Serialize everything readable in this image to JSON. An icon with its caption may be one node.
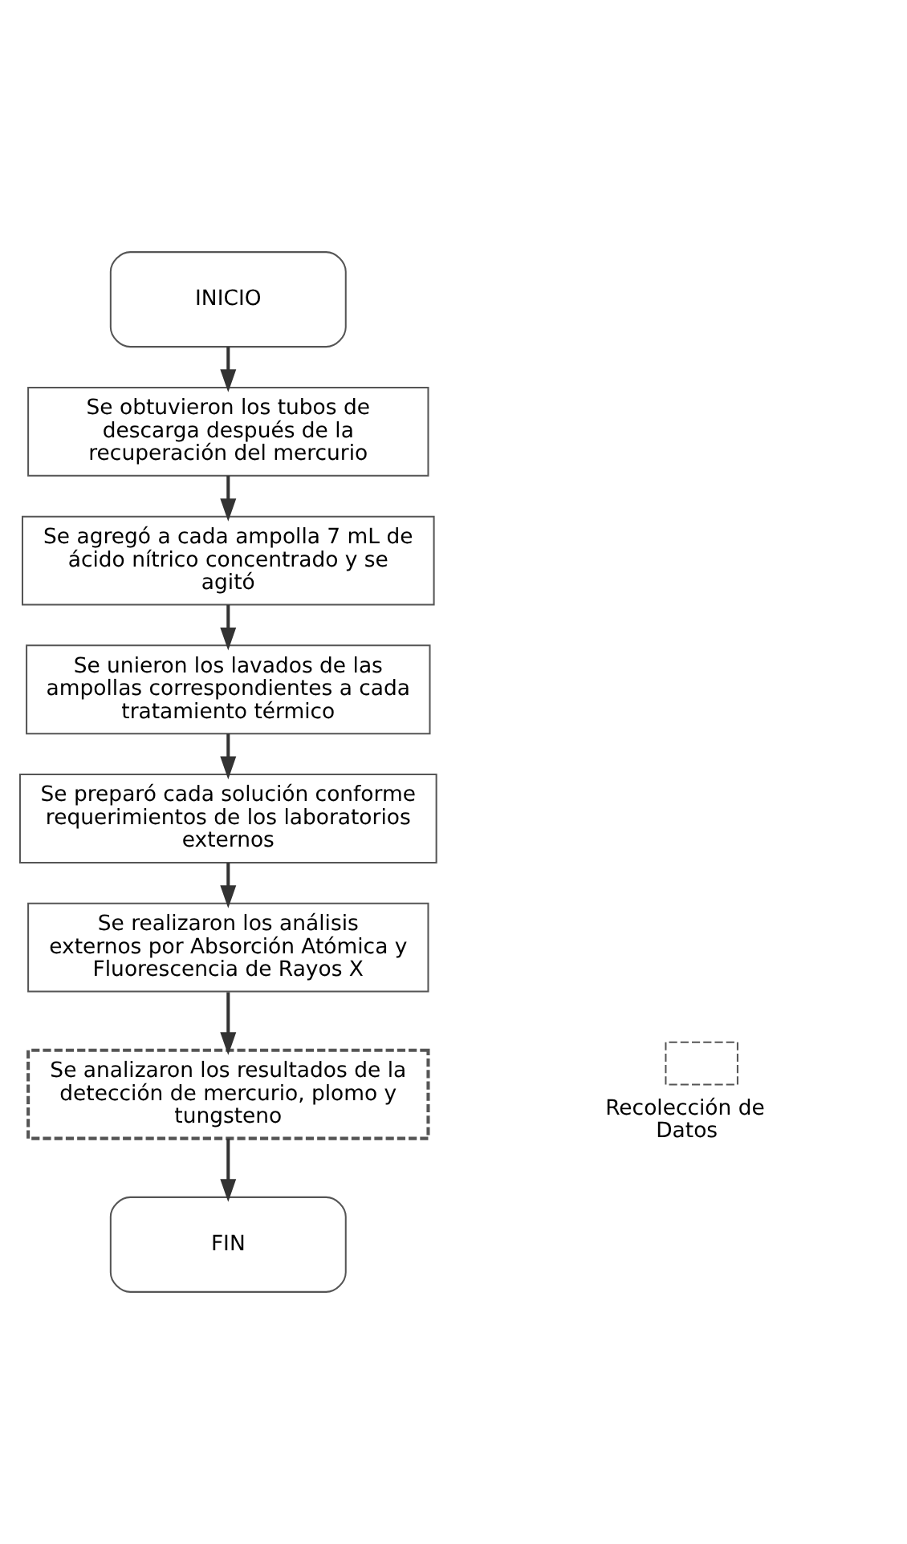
{
  "diagram": {
    "nodes": [
      {
        "text": [
          "INICIO"
        ]
      },
      {
        "text": [
          "Se obtuvieron los tubos de descarga después de la recuperación del mercurio"
        ]
      },
      {
        "text": [
          "Se agregó a cada ampolla 7 mL de ácido nítrico concentrado y se agitó"
        ]
      },
      {
        "text": [
          "Se unieron los lavados de las ampollas correspondientes a cada tratamiento térmico"
        ]
      },
      {
        "text": [
          "Se preparó cada solución conforme requerimientos de los laboratorios externos"
        ]
      },
      {
        "text": [
          "Se realizaron los análisis externos por Absorción Atómica y Fluorescencia de Rayos X"
        ]
      },
      {
        "text": [
          "Se analizaron los resultados de la detección de mercurio, plomo y tungsteno"
        ]
      },
      {
        "text": [
          "FIN"
        ]
      }
    ],
    "edges": [
      {
        "from": 0,
        "to": 1,
        "arrow": "to"
      },
      {
        "from": 1,
        "to": 2,
        "arrow": "to"
      },
      {
        "from": 2,
        "to": 3,
        "arrow": "to"
      },
      {
        "from": 3,
        "to": 4,
        "arrow": "to"
      },
      {
        "from": 4,
        "to": 5,
        "arrow": "to"
      },
      {
        "from": 5,
        "to": 6,
        "arrow": "to"
      },
      {
        "from": 6,
        "to": 7,
        "arrow": "to"
      }
    ],
    "legend": [
      {
        "text": "Recolección de Datos"
      }
    ]
  }
}
